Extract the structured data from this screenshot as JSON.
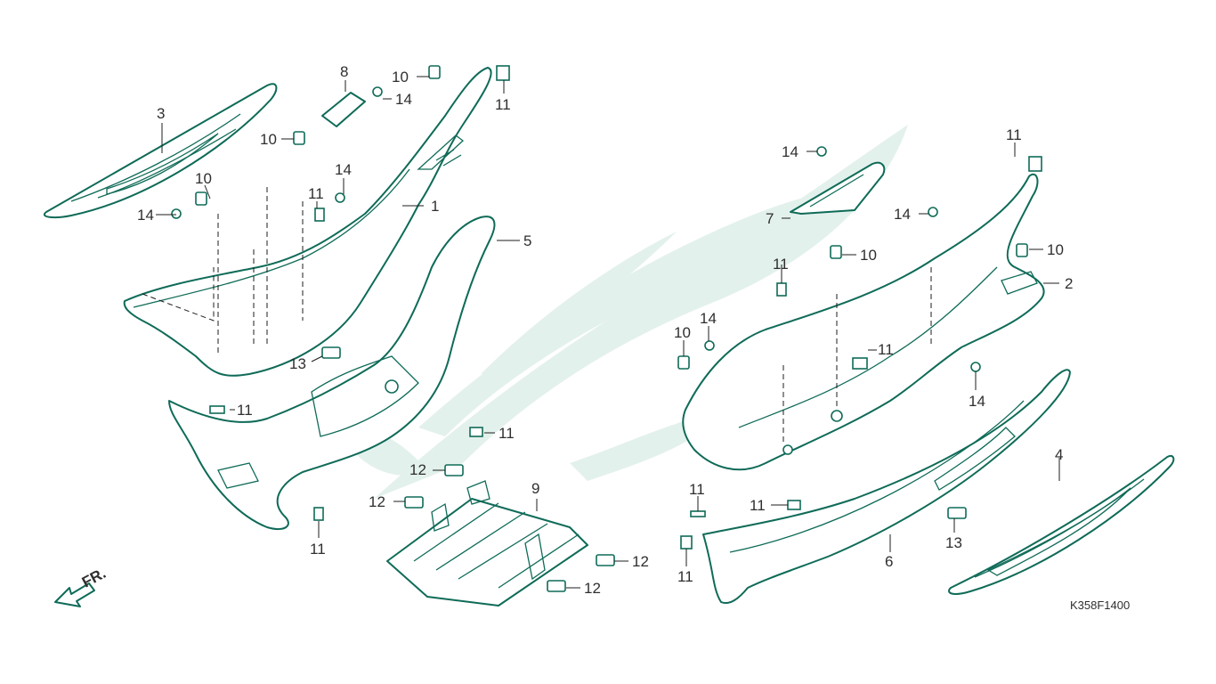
{
  "diagram_code": "K358F1400",
  "front_indicator": "FR.",
  "colors": {
    "line": "#0f6b58",
    "watermark": "#e3f1ec",
    "text": "#2f2f2f"
  },
  "callouts": {
    "c1": "1",
    "c2": "2",
    "c3": "3",
    "c4": "4",
    "c5": "5",
    "c6": "6",
    "c7": "7",
    "c8": "8",
    "c9": "9",
    "c10a": "10",
    "c10b": "10",
    "c10c": "10",
    "c10d": "10",
    "c10e": "10",
    "c11a": "11",
    "c11b": "11",
    "c11c": "11",
    "c11d": "11",
    "c11e": "11",
    "c11f": "11",
    "c11g": "11",
    "c11h": "11",
    "c11i": "11",
    "c11j": "11",
    "c11k": "11",
    "c12a": "12",
    "c12b": "12",
    "c12c": "12",
    "c12d": "12",
    "c13a": "13",
    "c13b": "13",
    "c14a": "14",
    "c14b": "14",
    "c14c": "14",
    "c14d": "14",
    "c14e": "14",
    "c14f": "14"
  }
}
